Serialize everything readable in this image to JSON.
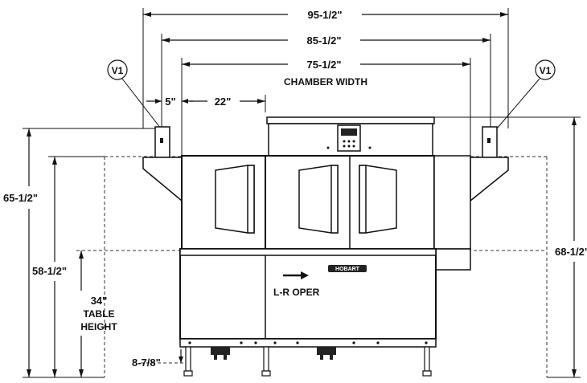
{
  "dimensions": {
    "overall_width": "95-1/2\"",
    "width_85": "85-1/2\"",
    "chamber_width_value": "75-1/2\"",
    "chamber_width_label": "CHAMBER WIDTH",
    "offset_5": "5\"",
    "offset_22": "22\"",
    "height_65": "65-1/2\"",
    "height_58": "58-1/2\"",
    "table_height_value": "34\"",
    "table_height_label_1": "TABLE",
    "table_height_label_2": "HEIGHT",
    "height_68": "68-1/2\"",
    "leg_height": "8-7/8\""
  },
  "callouts": {
    "vent_left": "V1",
    "vent_right": "V1"
  },
  "machine": {
    "direction_label": "L-R OPER",
    "brand_plate": "HOBART"
  },
  "colors": {
    "line": "#111111",
    "panel": "#f5f5f5",
    "dark": "#222222"
  }
}
